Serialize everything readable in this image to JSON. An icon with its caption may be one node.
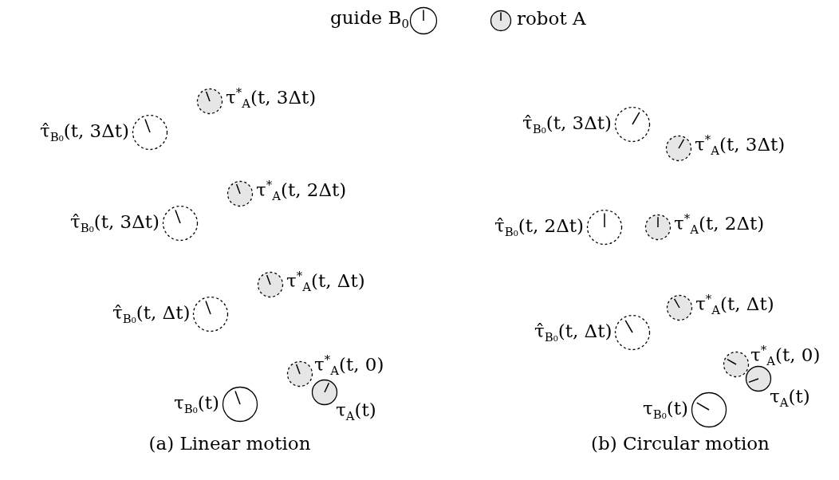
{
  "diagram": {
    "nodes": [
      {
        "text": [],
        "shape": "circle",
        "beside": [
          "τ$^{*}$$_{A}$(t, 3Δt)"
        ]
      },
      {
        "text": [],
        "shape": "circle",
        "beside": [
          "τ̂$_{B₀}$(t, 3Δt)"
        ]
      },
      {
        "text": [],
        "shape": "circle",
        "beside": [
          "τ$^{*}$$_{A}$(t, 2Δt)"
        ]
      },
      {
        "text": [],
        "shape": "circle",
        "beside": [
          "τ̂$_{B₀}$(t, 3Δt)"
        ]
      },
      {
        "text": [],
        "shape": "circle",
        "beside": [
          "τ$^{*}$$_{A}$(t, Δt)"
        ]
      },
      {
        "text": [],
        "shape": "circle",
        "beside": [
          "τ̂$_{B₀}$(t, Δt)"
        ]
      },
      {
        "text": [],
        "shape": "circle",
        "beside": [
          "τ$^{*}$$_{A}$(t, 0)"
        ]
      },
      {
        "text": [],
        "shape": "circle",
        "beside": [
          "τ$_{A}$(t)"
        ]
      },
      {
        "text": [],
        "shape": "circle",
        "beside": [
          "τ$_{B₀}$(t)"
        ]
      },
      {
        "text": [],
        "shape": "circle",
        "beside": [
          "τ̂$_{B₀}$(t, 3Δt)"
        ]
      },
      {
        "text": [],
        "shape": "circle",
        "beside": [
          "τ$^{*}$$_{A}$(t, 3Δt)"
        ]
      },
      {
        "text": [],
        "shape": "circle",
        "beside": [
          "τ̂$_{B₀}$(t, 2Δt)"
        ]
      },
      {
        "text": [],
        "shape": "circle",
        "beside": [
          "τ$^{*}$$_{A}$(t, 2Δt)"
        ]
      },
      {
        "text": [],
        "shape": "circle",
        "beside": [
          "τ$^{*}$$_{A}$(t, Δt)"
        ]
      },
      {
        "text": [],
        "shape": "circle",
        "beside": [
          "τ̂$_{B₀}$(t, Δt)"
        ]
      },
      {
        "text": [],
        "shape": "circle",
        "beside": [
          "τ$^{*}$$_{A}$(t, 0)"
        ]
      },
      {
        "text": [],
        "shape": "circle",
        "beside": [
          "τ$_{A}$(t)"
        ]
      },
      {
        "text": [],
        "shape": "circle",
        "beside": [
          "τ$_{B₀}$(t)"
        ]
      }
    ],
    "labels": [
      "(a) Linear motion",
      "(b) Circular motion"
    ],
    "legend": [
      {
        "text": "guide B$_{0}$"
      },
      {
        "text": "robot A"
      }
    ]
  }
}
